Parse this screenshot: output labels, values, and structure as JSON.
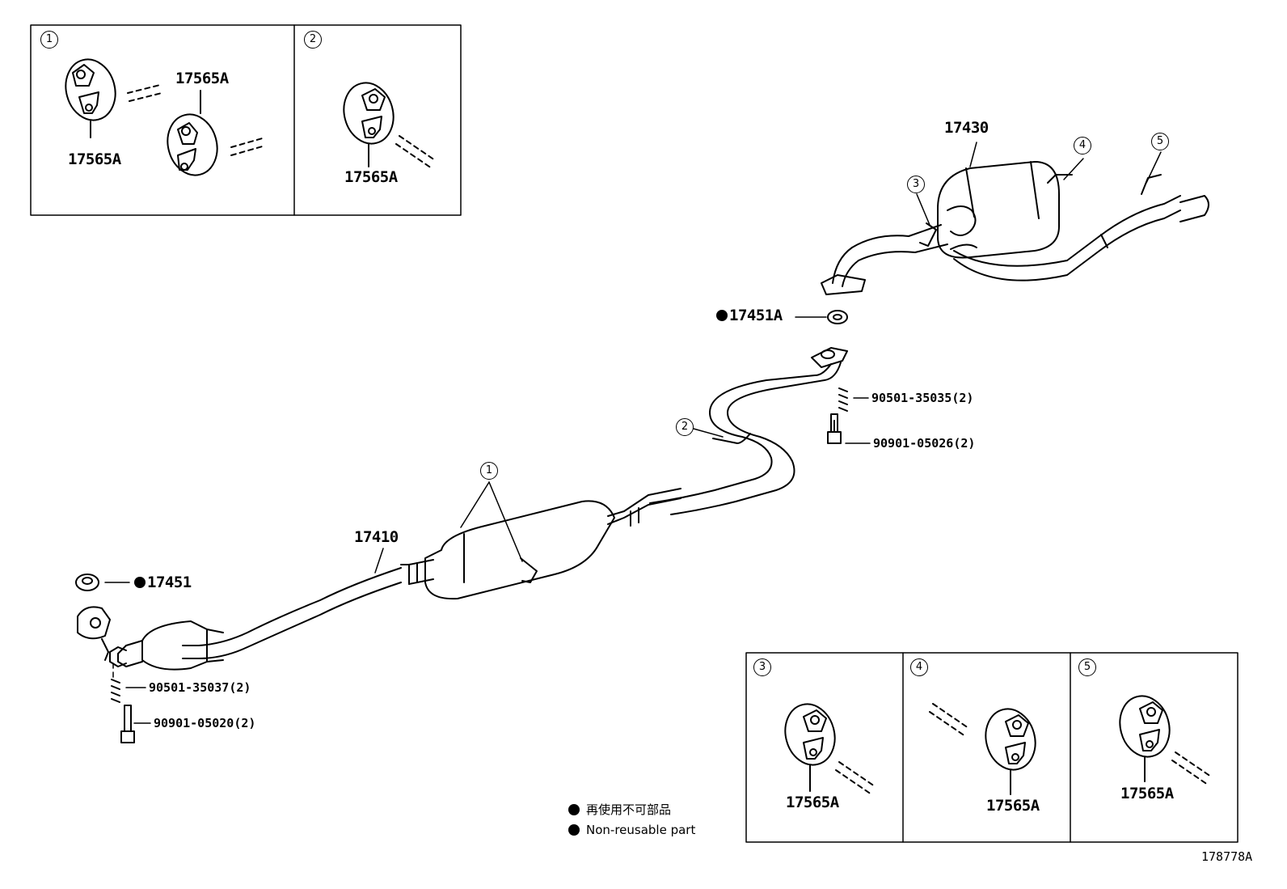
{
  "inset_boxes": [
    {
      "number": "1",
      "labels": [
        "17565A",
        "17565A"
      ]
    },
    {
      "number": "2",
      "labels": [
        "17565A"
      ]
    },
    {
      "number": "3",
      "labels": [
        "17565A"
      ]
    },
    {
      "number": "4",
      "labels": [
        "17565A"
      ]
    },
    {
      "number": "5",
      "labels": [
        "17565A"
      ]
    }
  ],
  "parts": {
    "main_muffler": "17430",
    "front_pipe": "17410",
    "gasket_center": "17451A",
    "gasket_front": "17451",
    "spring_center": "90501-35035(2)",
    "bolt_center": "90901-05026(2)",
    "spring_front": "90501-35037(2)",
    "bolt_front": "90901-05020(2)"
  },
  "callouts": [
    "1",
    "2",
    "3",
    "4",
    "5"
  ],
  "legend": {
    "japanese": "再使用不可部品",
    "english": "Non-reusable part"
  },
  "diagram_ref": "178778A"
}
